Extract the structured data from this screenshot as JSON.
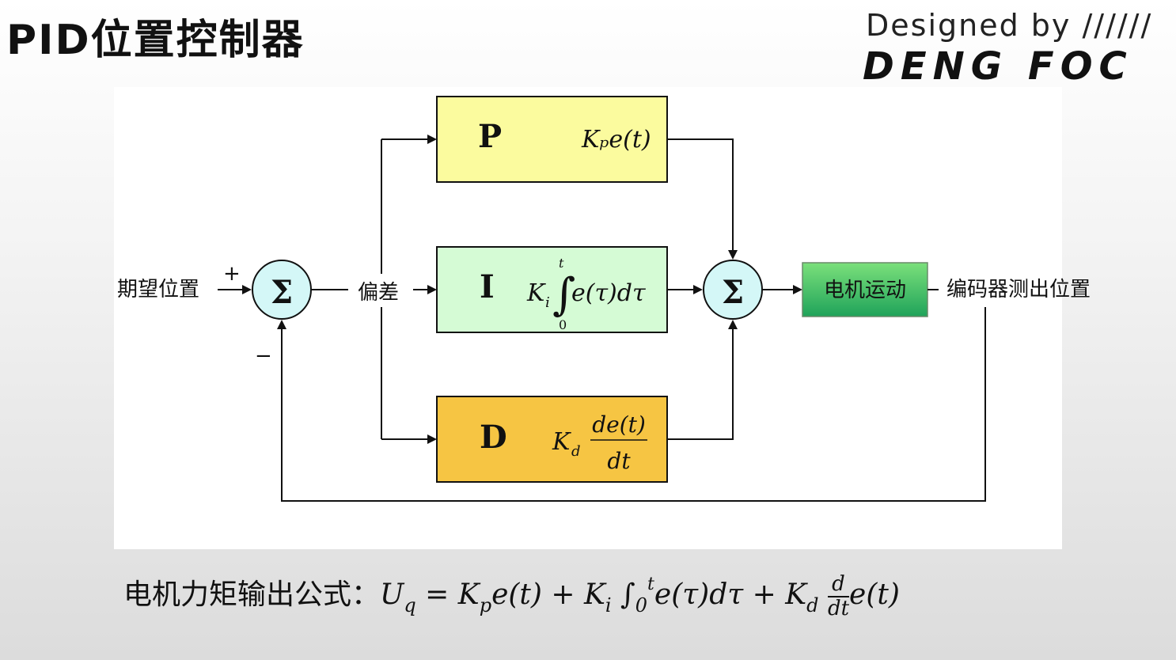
{
  "title": "PID位置控制器",
  "brand": {
    "designed_by": "Designed by  //////",
    "logo_text": "DENG FOC"
  },
  "diagram": {
    "input_label": "期望位置",
    "plus_sign": "+",
    "minus_sign": "−",
    "sum_symbol": "Σ",
    "error_label": "偏差",
    "p_block": {
      "letter": "P",
      "formula": "Kₚe(t)",
      "color": "#fbfb9e"
    },
    "i_block": {
      "letter": "I",
      "formula_k": "K",
      "formula_sub": "i",
      "formula_body": "e(τ)dτ",
      "upper": "t",
      "lower": "0",
      "color": "#d5fbd5"
    },
    "d_block": {
      "letter": "D",
      "formula_k": "K",
      "formula_sub": "d",
      "frac_num": "de(t)",
      "frac_den": "dt",
      "color": "#f6c543"
    },
    "motor_label": "电机运动",
    "output_label": "编码器测出位置",
    "sum_color": "#d4f7f7"
  },
  "formula": {
    "prefix": "电机力矩输出公式：",
    "text": "U_q = K_p e(t) + K_i ∫₀ᵗ e(τ)dτ + K_d d/dt e(t)"
  }
}
